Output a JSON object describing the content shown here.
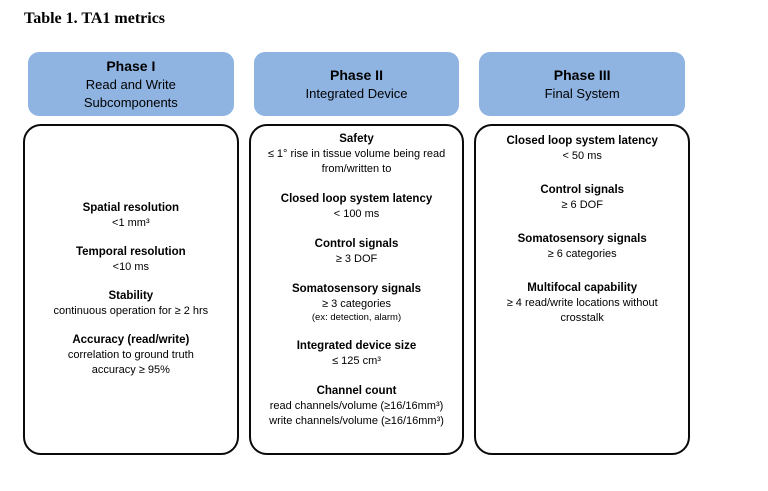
{
  "title": "Table 1. TA1 metrics",
  "colors": {
    "header_bg": "#8FB4E2",
    "box_border": "#0a0a0a",
    "text": "#000000"
  },
  "columns": [
    {
      "phase": "Phase I",
      "subtitle": "Read and Write Subcomponents",
      "items": [
        {
          "title": "Spatial resolution",
          "lines": [
            "<1 mm³"
          ]
        },
        {
          "title": "Temporal resolution",
          "lines": [
            "<10 ms"
          ]
        },
        {
          "title": "Stability",
          "lines": [
            "continuous operation for ≥ 2 hrs"
          ]
        },
        {
          "title": "Accuracy (read/write)",
          "lines": [
            "correlation to ground truth",
            "accuracy ≥ 95%"
          ]
        }
      ]
    },
    {
      "phase": "Phase II",
      "subtitle": "Integrated Device",
      "items": [
        {
          "title": "Safety",
          "lines": [
            "≤ 1° rise in tissue volume being read",
            "from/written to"
          ]
        },
        {
          "title": "Closed loop system latency",
          "lines": [
            "< 100 ms"
          ]
        },
        {
          "title": "Control signals",
          "lines": [
            "≥ 3 DOF"
          ]
        },
        {
          "title": "Somatosensory signals",
          "lines": [
            "≥ 3 categories"
          ],
          "note": "(ex: detection, alarm)"
        },
        {
          "title": "Integrated device size",
          "lines": [
            "≤ 125 cm³"
          ]
        },
        {
          "title": "Channel count",
          "lines": [
            "read channels/volume (≥16/16mm³)",
            "write channels/volume (≥16/16mm³)"
          ]
        }
      ]
    },
    {
      "phase": "Phase III",
      "subtitle": "Final System",
      "items": [
        {
          "title": "Closed loop system latency",
          "lines": [
            "< 50 ms"
          ]
        },
        {
          "title": "Control signals",
          "lines": [
            "≥ 6 DOF"
          ]
        },
        {
          "title": "Somatosensory signals",
          "lines": [
            "≥ 6 categories"
          ]
        },
        {
          "title": "Multifocal capability",
          "lines": [
            "≥ 4 read/write locations without",
            "crosstalk"
          ]
        }
      ]
    }
  ]
}
